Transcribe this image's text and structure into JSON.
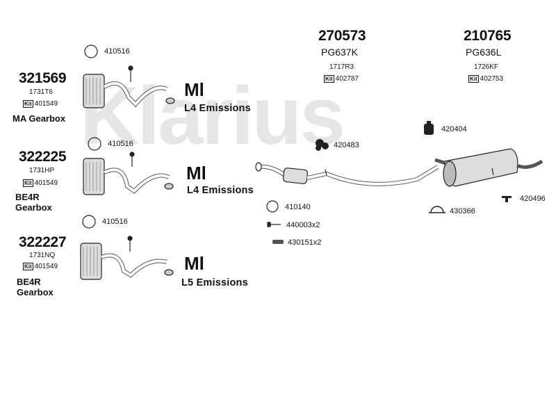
{
  "watermark": "Klarius",
  "emission_icon": "Ml",
  "kit_label": "Kit",
  "groups": [
    {
      "code": "321569",
      "sub": "1731T6",
      "kit": "401549",
      "ring_part": "410516",
      "gearbox_l1": "MA Gearbox",
      "gearbox_l2": "",
      "emissions": "L4 Emissions"
    },
    {
      "code": "322225",
      "sub": "1731HP",
      "kit": "401549",
      "ring_part": "410516",
      "gearbox_l1": "BE4R",
      "gearbox_l2": "Gearbox",
      "emissions": "L4 Emissions"
    },
    {
      "code": "322227",
      "sub": "1731NQ",
      "kit": "401549",
      "ring_part": "410516",
      "gearbox_l1": "BE4R",
      "gearbox_l2": "Gearbox",
      "emissions": "L5 Emissions"
    }
  ],
  "mid_section": {
    "code": "270573",
    "pg": "PG637K",
    "sub": "1717R3",
    "kit": "402787"
  },
  "rear_section": {
    "code": "210765",
    "pg": "PG636L",
    "sub": "1726KF",
    "kit": "402753"
  },
  "parts": {
    "p420404": "420404",
    "p420483": "420483",
    "p410140": "410140",
    "p440003": "440003x2",
    "p430151": "430151x2",
    "p430366": "430366",
    "p420496": "420496"
  }
}
